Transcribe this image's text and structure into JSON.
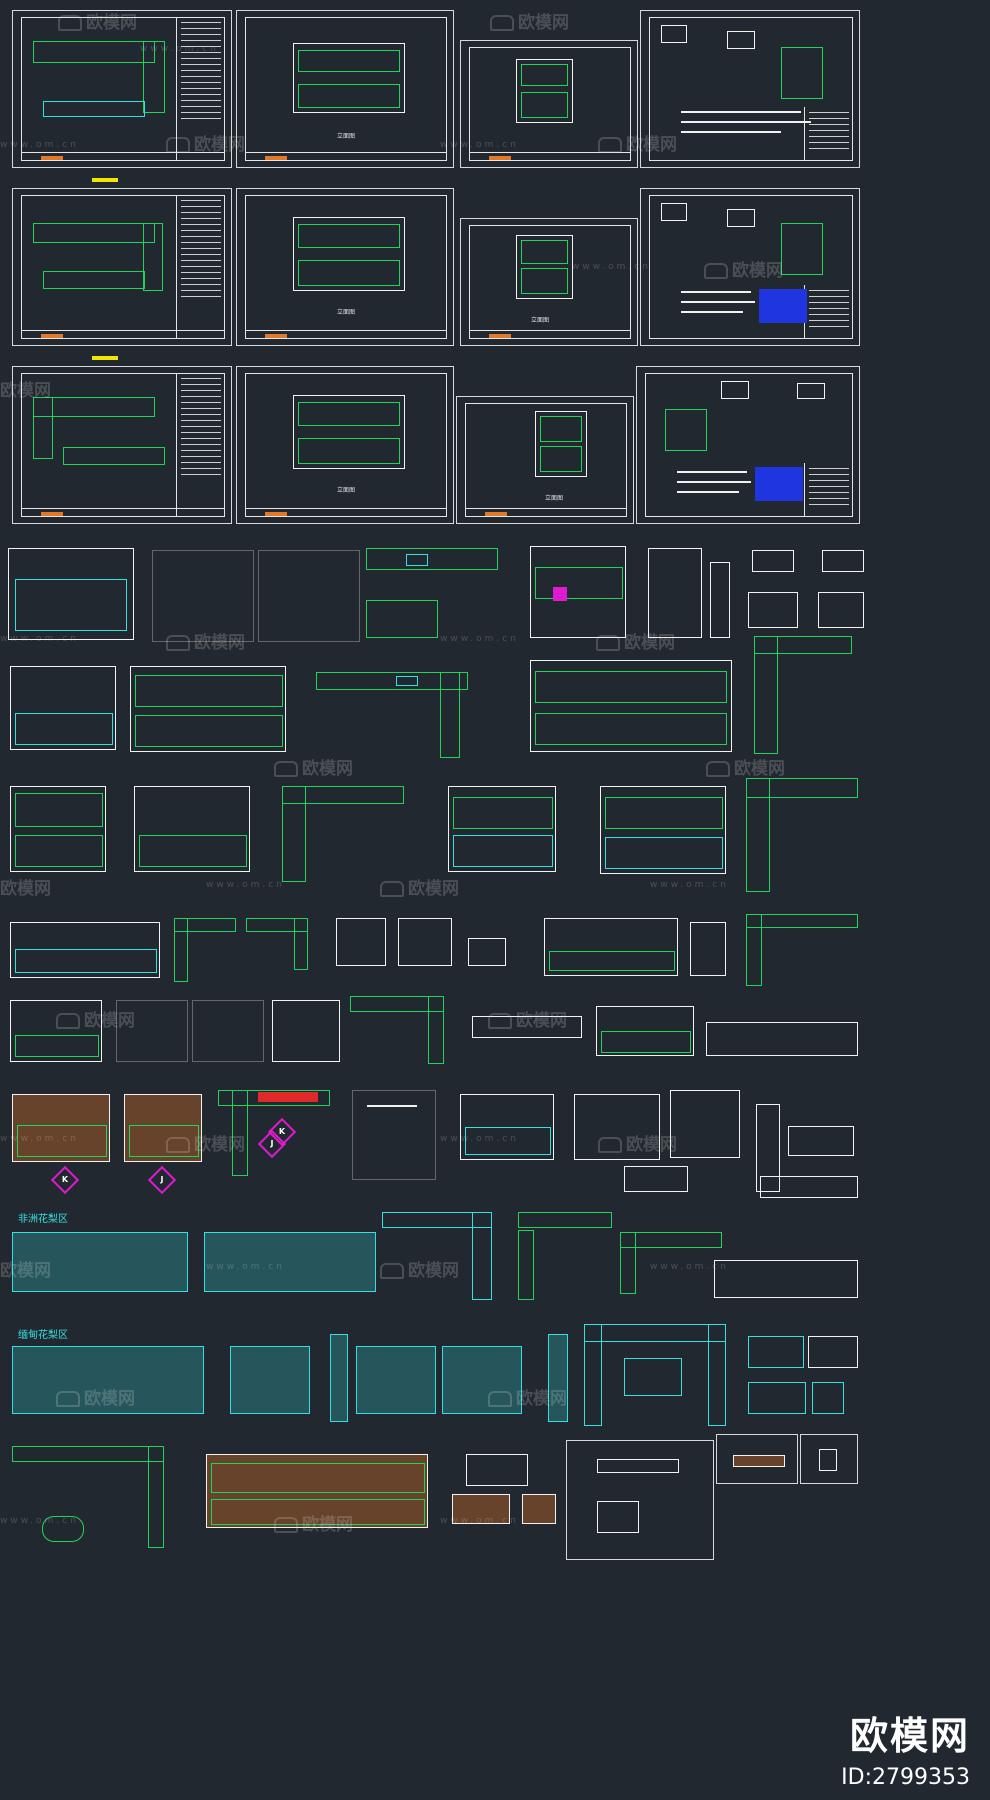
{
  "sheets": [
    {
      "label": "立面图"
    },
    {
      "label": "立面图"
    },
    {
      "label": "立面图"
    },
    {
      "label": "立面图"
    },
    {
      "label": "立面图"
    }
  ],
  "sections": [
    {
      "label": "非洲花梨区"
    },
    {
      "label": "缅甸花梨区"
    }
  ],
  "tags": [
    {
      "label": "K"
    },
    {
      "label": "J"
    },
    {
      "label": "J"
    },
    {
      "label": "K"
    }
  ],
  "watermark": {
    "brand": "欧模网",
    "site": "www.om.cn"
  },
  "badge": {
    "brand": "欧模网",
    "id": "ID:2799353"
  },
  "colors": {
    "background": "#222830",
    "lines_primary": "#22d35a",
    "lines_secondary": "#35e0e0",
    "lines_white": "#f2f2f2",
    "accent_magenta": "#e01ad0",
    "accent_yellow": "#f2e600",
    "accent_blue": "#1f35e0"
  }
}
